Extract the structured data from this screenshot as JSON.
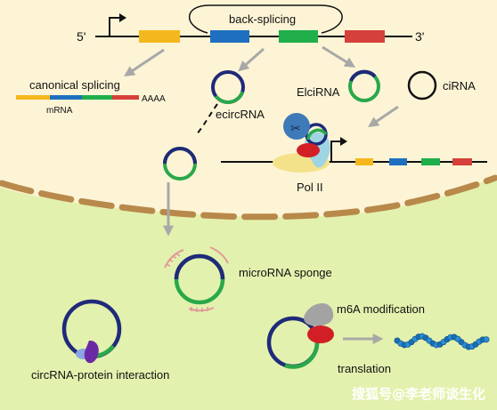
{
  "labels": {
    "five_prime": "5'",
    "three_prime": "3'",
    "back_splicing": "back-splicing",
    "canonical_splicing": "canonical splicing",
    "mrna": "mRNA",
    "polya": "AAAA",
    "ecircrna": "ecircRNA",
    "elcirna": "ElciRNA",
    "cirna": "ciRNA",
    "pol2": "Pol II",
    "microrna_sponge": "microRNA sponge",
    "m6a": "m6A modification",
    "translation": "translation",
    "protein_interaction": "circRNA-protein interaction",
    "watermark": "搜狐号@李老师谈生化"
  },
  "colors": {
    "nucleus_bg": "#fdf4d6",
    "cytoplasm_bg": "#e3f1ae",
    "membrane": "#b8894a",
    "exon_yellow": "#f5b81c",
    "exon_blue": "#1f6fc0",
    "exon_green": "#1fae4a",
    "exon_red": "#d6403a",
    "ring_navy": "#1f2a7a",
    "ring_green": "#2aa84a",
    "arrow_gray": "#a8a8a8"
  }
}
